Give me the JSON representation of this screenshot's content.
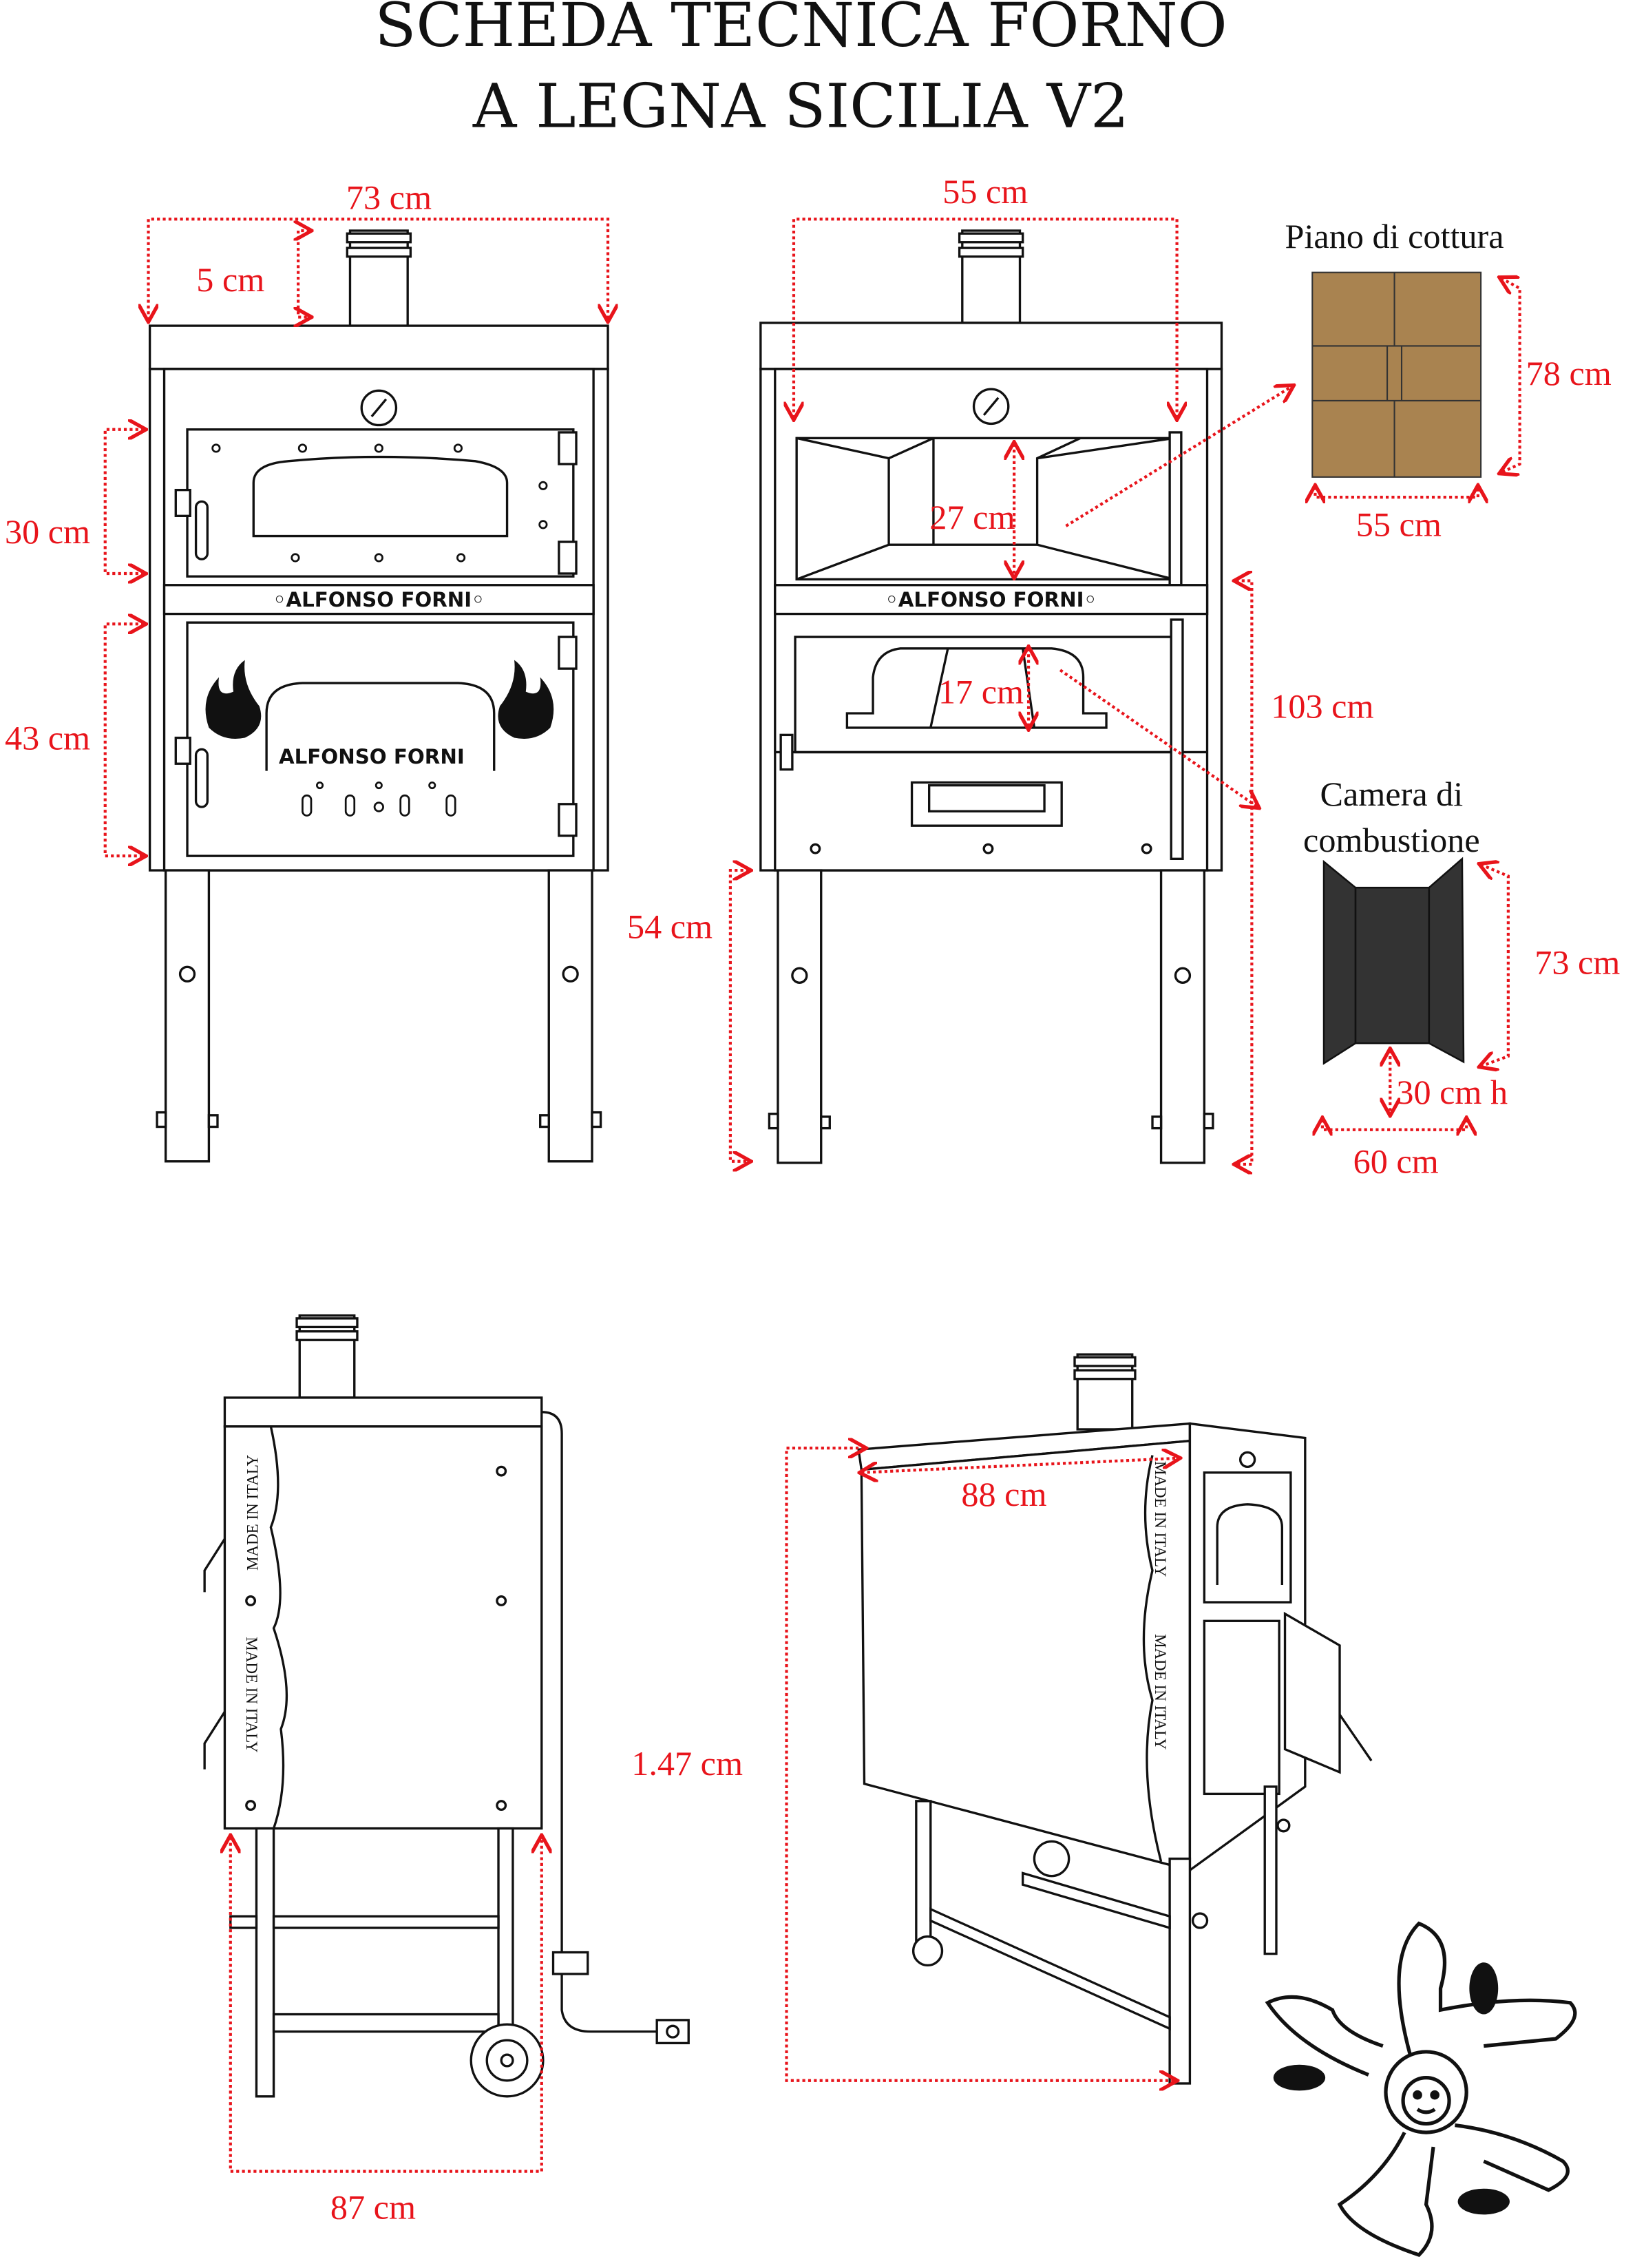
{
  "title": {
    "line1": "SCHEDA TECNICA FORNO",
    "line2": "A LEGNA SICILIA V2"
  },
  "brand": "◦ALFONSO FORNI◦",
  "brand_small": "ALFONSO FORNI",
  "made_in_italy": "MADE IN ITALY",
  "front_view": {
    "width": "73 cm",
    "chimney_gap": "5 cm",
    "upper_door": "30 cm",
    "lower_door": "43 cm"
  },
  "open_view": {
    "width": "55 cm",
    "oven_height": "27 cm",
    "firebox_height": "17 cm",
    "body_height": "103 cm",
    "leg_height": "54 cm"
  },
  "cooking_surface": {
    "label": "Piano di cottura",
    "depth": "78 cm",
    "width": "55 cm",
    "color": "#a98350"
  },
  "combustion_chamber": {
    "label_line1": "Camera di",
    "label_line2": "combustione",
    "depth": "73 cm",
    "height": "30 cm h",
    "width": "60 cm",
    "color": "#333333"
  },
  "side_view": {
    "depth": "87 cm"
  },
  "perspective_view": {
    "depth": "88 cm",
    "total_height": "1.47 cm"
  },
  "accent_color": "#e8141b"
}
